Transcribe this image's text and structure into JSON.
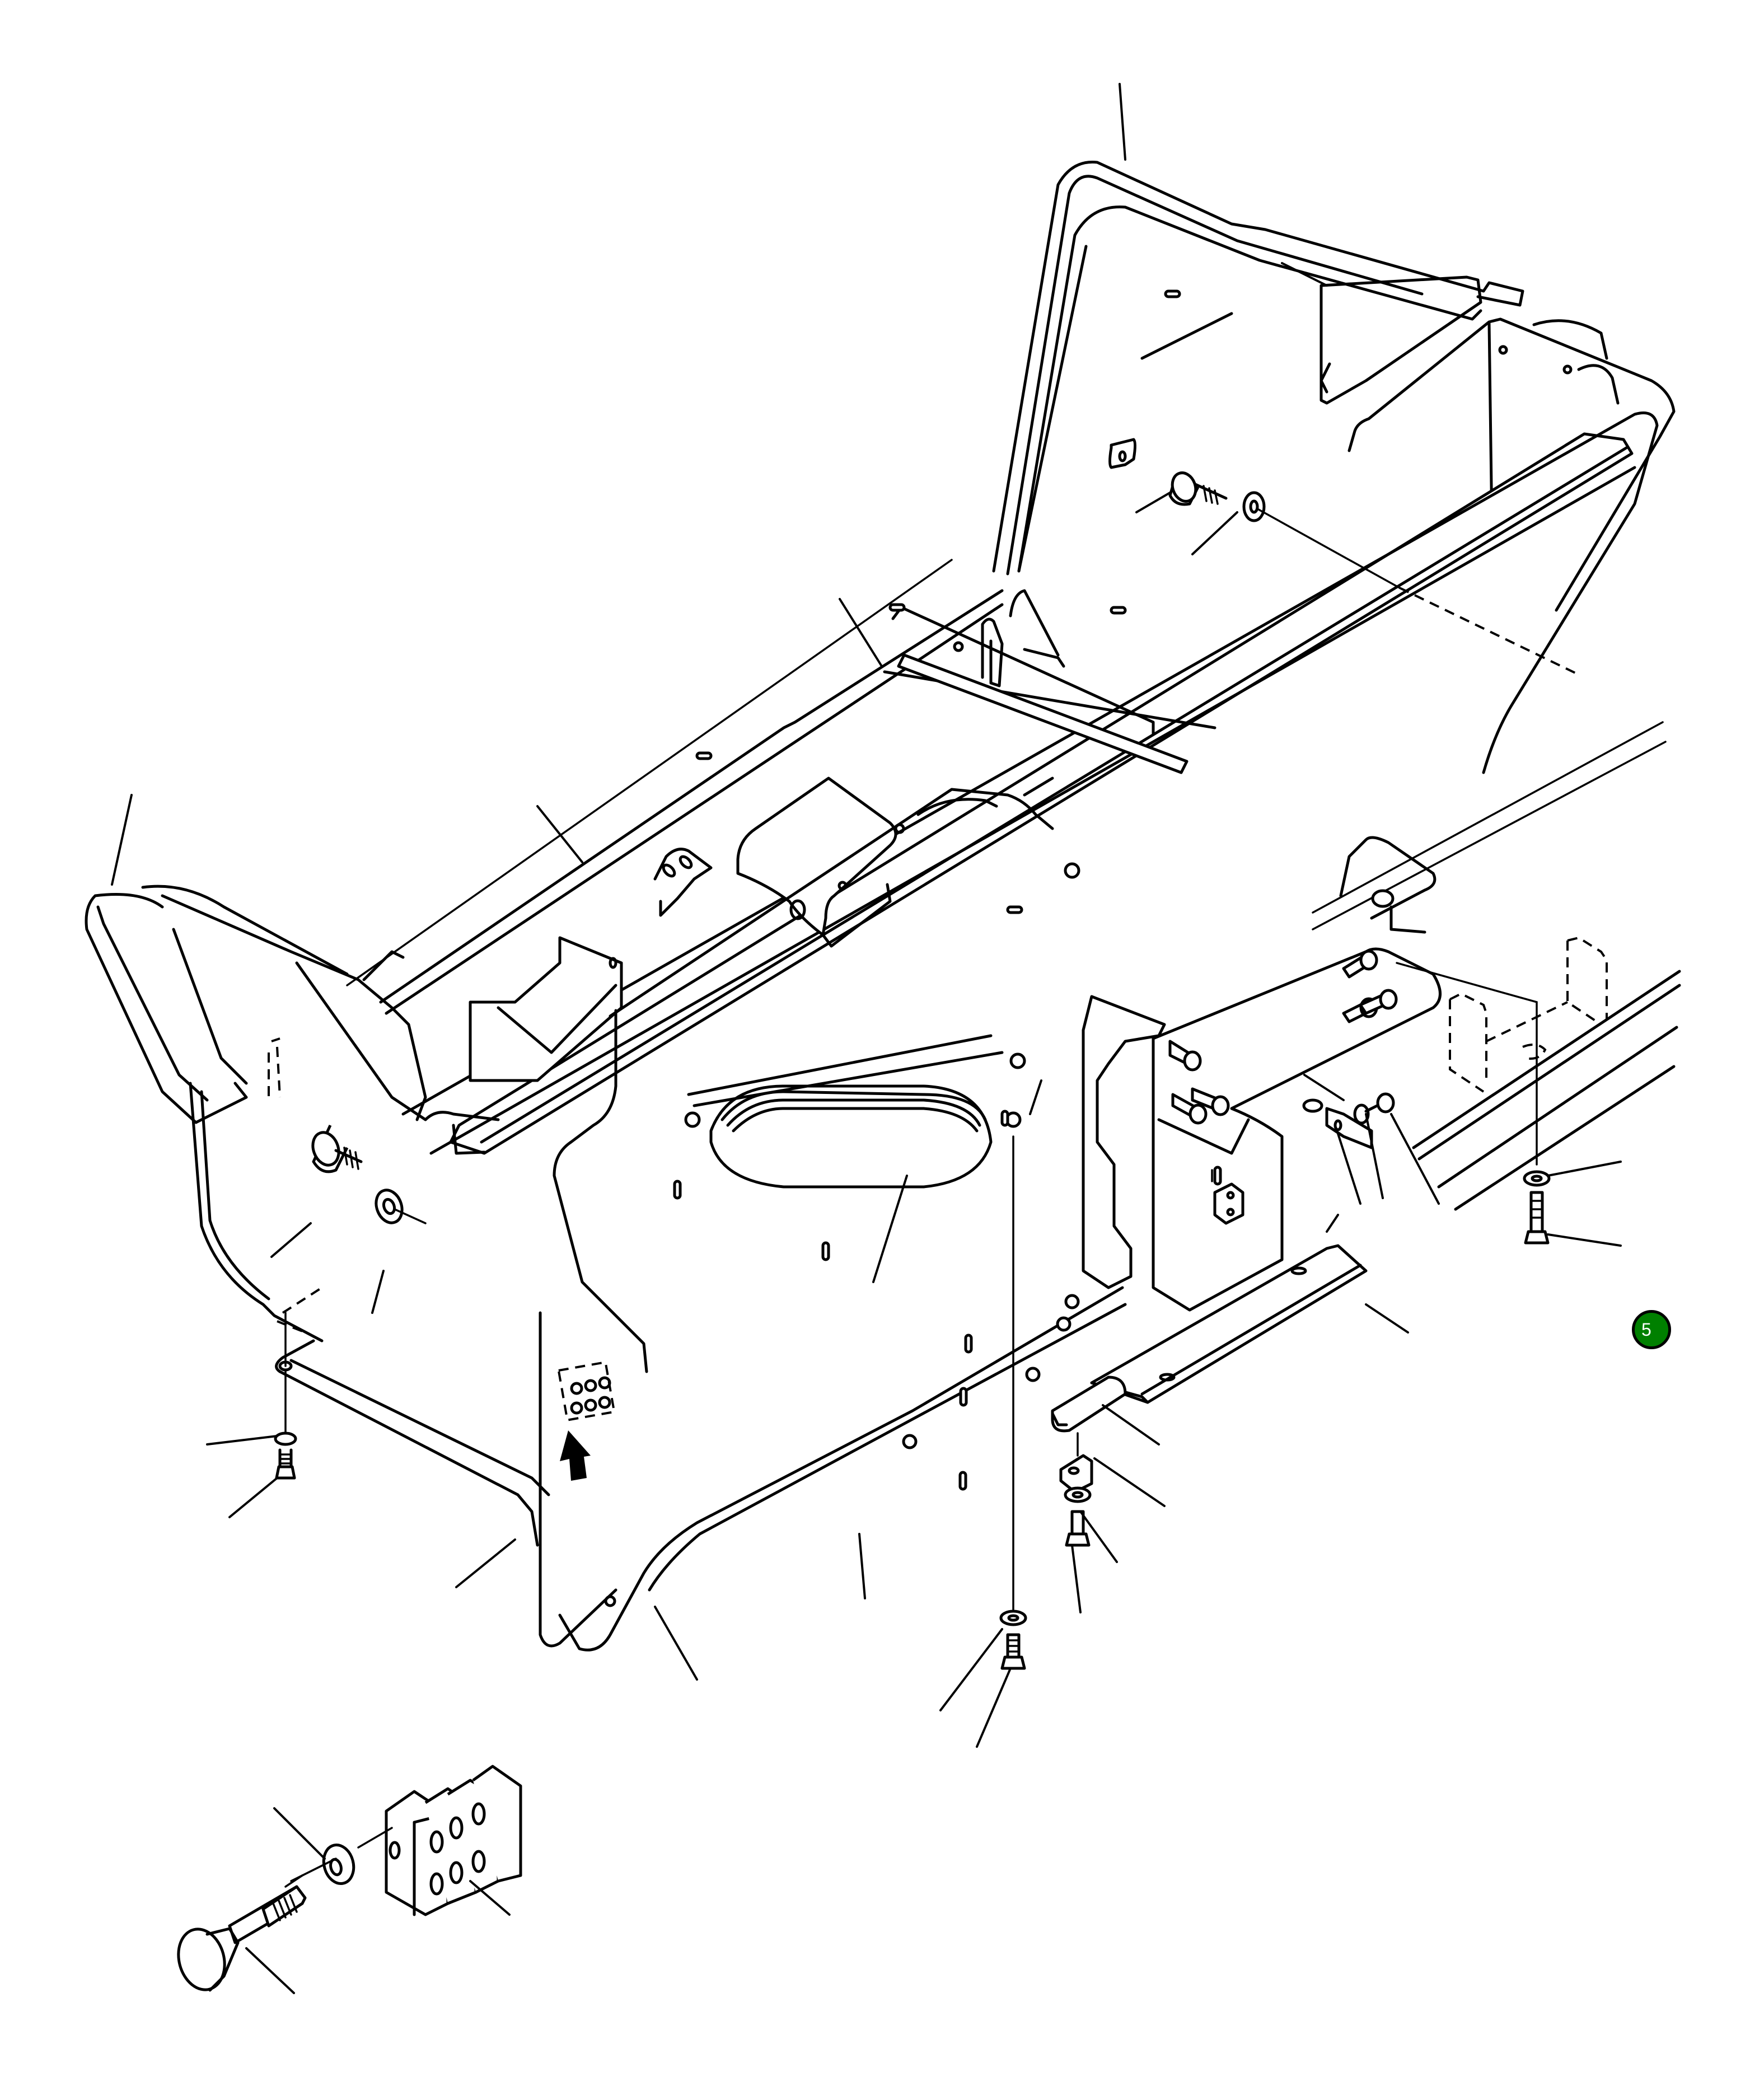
{
  "diagram": {
    "type": "exploded-isometric-parts-drawing",
    "background_color": "#ffffff",
    "line_color": "#000000",
    "leader_labels_visible": false,
    "parts_depicted": [
      "upper-rear-frame-panel",
      "roll-bar-tube-right",
      "roll-bar-tube-left",
      "main-longitudinal-rail",
      "center-floor-plate-with-oval-opening",
      "left-side-panel",
      "rear-bracket-with-spacers",
      "lower-cross-channel",
      "edge-trim-strip",
      "angle-clip",
      "flange-bolt",
      "flat-washer",
      "hex-bolt",
      "clamp-block-three-piece",
      "hidden-mount-bracket-dashed",
      "orientation-arrow",
      "connector-symbol"
    ]
  },
  "callout": {
    "label": "5",
    "fill_color": "#008000",
    "border_color": "#000000",
    "text_color": "#ffffff"
  }
}
